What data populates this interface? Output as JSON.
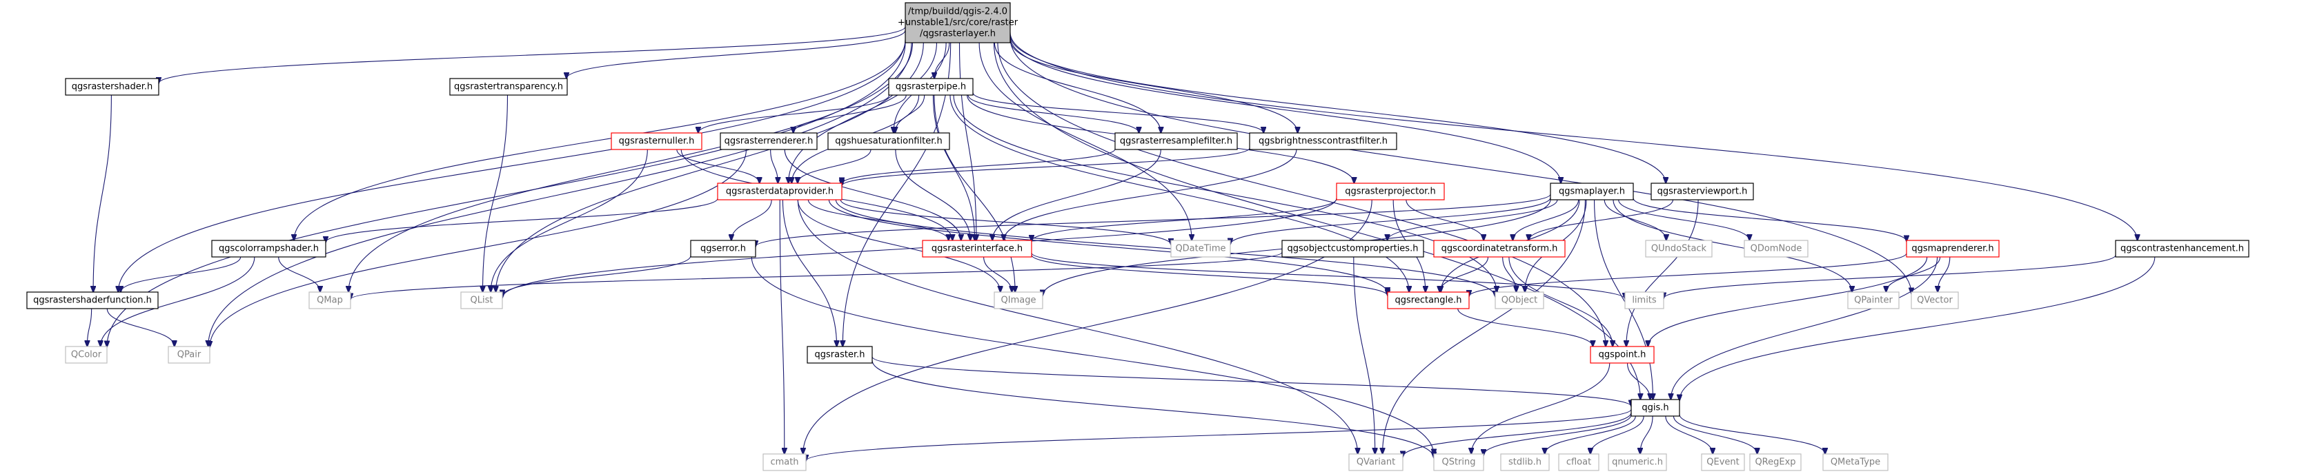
{
  "nodes": [
    {
      "id": "root",
      "lines": [
        "/tmp/buildd/qgis-2.4.0",
        "+unstable1/src/core/raster",
        "/qgsrasterlayer.h"
      ],
      "style": "root"
    },
    {
      "id": "qgsrastershader",
      "lines": [
        "qgsrastershader.h"
      ],
      "style": "normal"
    },
    {
      "id": "qgsrastertransparency",
      "lines": [
        "qgsrastertransparency.h"
      ],
      "style": "normal"
    },
    {
      "id": "qgsrasterpipe",
      "lines": [
        "qgsrasterpipe.h"
      ],
      "style": "normal"
    },
    {
      "id": "qgsrasternuller",
      "lines": [
        "qgsrasternuller.h"
      ],
      "style": "red"
    },
    {
      "id": "qgsrasterrenderer",
      "lines": [
        "qgsrasterrenderer.h"
      ],
      "style": "normal"
    },
    {
      "id": "qgshuesaturationfilter",
      "lines": [
        "qgshuesaturationfilter.h"
      ],
      "style": "normal"
    },
    {
      "id": "qgsrasterresamplefilter",
      "lines": [
        "qgsrasterresamplefilter.h"
      ],
      "style": "normal"
    },
    {
      "id": "qgsbrightnesscontrastfilter",
      "lines": [
        "qgsbrightnesscontrastfilter.h"
      ],
      "style": "normal"
    },
    {
      "id": "qgsrasterdataprovider",
      "lines": [
        "qgsrasterdataprovider.h"
      ],
      "style": "red"
    },
    {
      "id": "qgsrasterprojector",
      "lines": [
        "qgsrasterprojector.h"
      ],
      "style": "red"
    },
    {
      "id": "qgsmaplayer",
      "lines": [
        "qgsmaplayer.h"
      ],
      "style": "normal"
    },
    {
      "id": "qgsrasterviewport",
      "lines": [
        "qgsrasterviewport.h"
      ],
      "style": "normal"
    },
    {
      "id": "qgscontrastenhancement",
      "lines": [
        "qgscontrastenhancement.h"
      ],
      "style": "normal"
    },
    {
      "id": "qgscolorrampshader",
      "lines": [
        "qgscolorrampshader.h"
      ],
      "style": "normal"
    },
    {
      "id": "qgsrastershaderfunction",
      "lines": [
        "qgsrastershaderfunction.h"
      ],
      "style": "normal"
    },
    {
      "id": "QMap",
      "lines": [
        "QMap"
      ],
      "style": "gray"
    },
    {
      "id": "QColor",
      "lines": [
        "QColor"
      ],
      "style": "gray"
    },
    {
      "id": "QPair",
      "lines": [
        "QPair"
      ],
      "style": "gray"
    },
    {
      "id": "QList",
      "lines": [
        "QList"
      ],
      "style": "gray"
    },
    {
      "id": "qgserror",
      "lines": [
        "qgserror.h"
      ],
      "style": "normal"
    },
    {
      "id": "qgsrasterinterface",
      "lines": [
        "qgsrasterinterface.h"
      ],
      "style": "red"
    },
    {
      "id": "QDateTime",
      "lines": [
        "QDateTime"
      ],
      "style": "gray"
    },
    {
      "id": "QImage",
      "lines": [
        "QImage"
      ],
      "style": "gray"
    },
    {
      "id": "qgsobjectcustomproperties",
      "lines": [
        "qgsobjectcustomproperties.h"
      ],
      "style": "normal"
    },
    {
      "id": "qgscoordinatetransform",
      "lines": [
        "qgscoordinatetransform.h"
      ],
      "style": "red"
    },
    {
      "id": "QUndoStack",
      "lines": [
        "QUndoStack"
      ],
      "style": "gray"
    },
    {
      "id": "QDomNode",
      "lines": [
        "QDomNode"
      ],
      "style": "gray"
    },
    {
      "id": "qgsmaprenderer",
      "lines": [
        "qgsmaprenderer.h"
      ],
      "style": "red"
    },
    {
      "id": "qgsrectangle",
      "lines": [
        "qgsrectangle.h"
      ],
      "style": "red"
    },
    {
      "id": "QObject",
      "lines": [
        "QObject"
      ],
      "style": "gray"
    },
    {
      "id": "limits",
      "lines": [
        "limits"
      ],
      "style": "gray"
    },
    {
      "id": "QPainter",
      "lines": [
        "QPainter"
      ],
      "style": "gray"
    },
    {
      "id": "QVector",
      "lines": [
        "QVector"
      ],
      "style": "gray"
    },
    {
      "id": "qgsraster",
      "lines": [
        "qgsraster.h"
      ],
      "style": "normal"
    },
    {
      "id": "qgspoint",
      "lines": [
        "qgspoint.h"
      ],
      "style": "red"
    },
    {
      "id": "qgis",
      "lines": [
        "qgis.h"
      ],
      "style": "normal"
    },
    {
      "id": "cmath",
      "lines": [
        "cmath"
      ],
      "style": "gray"
    },
    {
      "id": "QVariant",
      "lines": [
        "QVariant"
      ],
      "style": "gray"
    },
    {
      "id": "QString",
      "lines": [
        "QString"
      ],
      "style": "gray"
    },
    {
      "id": "stdlib",
      "lines": [
        "stdlib.h"
      ],
      "style": "gray"
    },
    {
      "id": "cfloat",
      "lines": [
        "cfloat"
      ],
      "style": "gray"
    },
    {
      "id": "qnumeric",
      "lines": [
        "qnumeric.h"
      ],
      "style": "gray"
    },
    {
      "id": "QEvent",
      "lines": [
        "QEvent"
      ],
      "style": "gray"
    },
    {
      "id": "QRegExp",
      "lines": [
        "QRegExp"
      ],
      "style": "gray"
    },
    {
      "id": "QMetaType",
      "lines": [
        "QMetaType"
      ],
      "style": "gray"
    }
  ],
  "edges": [
    [
      "root",
      "qgsrastershader"
    ],
    [
      "root",
      "qgsrastertransparency"
    ],
    [
      "root",
      "qgsrasterpipe"
    ],
    [
      "root",
      "qgsmaplayer"
    ],
    [
      "root",
      "qgsrasterviewport"
    ],
    [
      "root",
      "qgscontrastenhancement"
    ],
    [
      "root",
      "qgscolorrampshader"
    ],
    [
      "root",
      "qgsrastershaderfunction"
    ],
    [
      "root",
      "QColor"
    ],
    [
      "root",
      "QPair"
    ],
    [
      "root",
      "QMap"
    ],
    [
      "root",
      "QList"
    ],
    [
      "root",
      "qgsraster"
    ],
    [
      "root",
      "qgsrasterdataprovider"
    ],
    [
      "root",
      "qgshuesaturationfilter"
    ],
    [
      "root",
      "qgsrasterresamplefilter"
    ],
    [
      "root",
      "qgsbrightnesscontrastfilter"
    ],
    [
      "root",
      "qgsrasterinterface"
    ],
    [
      "root",
      "QDateTime"
    ],
    [
      "root",
      "qgspoint"
    ],
    [
      "root",
      "qgis"
    ],
    [
      "root",
      "QVector"
    ],
    [
      "qgsrastershader",
      "qgsrastershaderfunction"
    ],
    [
      "qgsrastertransparency",
      "QList"
    ],
    [
      "qgsrasterpipe",
      "qgsrasternuller"
    ],
    [
      "qgsrasterpipe",
      "qgsrasterrenderer"
    ],
    [
      "qgsrasterpipe",
      "qgshuesaturationfilter"
    ],
    [
      "qgsrasterpipe",
      "qgsrasterresamplefilter"
    ],
    [
      "qgsrasterpipe",
      "qgsbrightnesscontrastfilter"
    ],
    [
      "qgsrasterpipe",
      "qgsrasterprojector"
    ],
    [
      "qgsrasterpipe",
      "qgsrasterdataprovider"
    ],
    [
      "qgsrasterpipe",
      "qgsrasterinterface"
    ],
    [
      "qgsrasterpipe",
      "QImage"
    ],
    [
      "qgsrasterpipe",
      "qgsrectangle"
    ],
    [
      "qgsrasterpipe",
      "QObject"
    ],
    [
      "qgsrasternuller",
      "qgsrasterdataprovider"
    ],
    [
      "qgsrasternuller",
      "qgsrasterinterface"
    ],
    [
      "qgsrasternuller",
      "QList"
    ],
    [
      "qgsrasterrenderer",
      "qgsrasterdataprovider"
    ],
    [
      "qgsrasterrenderer",
      "qgsrasterinterface"
    ],
    [
      "qgsrasterrenderer",
      "QPair"
    ],
    [
      "qgshuesaturationfilter",
      "qgsrasterdataprovider"
    ],
    [
      "qgshuesaturationfilter",
      "qgsrasterinterface"
    ],
    [
      "qgsrasterresamplefilter",
      "qgsrasterdataprovider"
    ],
    [
      "qgsrasterresamplefilter",
      "qgsrasterinterface"
    ],
    [
      "qgsbrightnesscontrastfilter",
      "qgsrasterdataprovider"
    ],
    [
      "qgsbrightnesscontrastfilter",
      "qgsrasterinterface"
    ],
    [
      "qgsrasterdataprovider",
      "qgscolorrampshader"
    ],
    [
      "qgsrasterdataprovider",
      "qgserror"
    ],
    [
      "qgsrasterdataprovider",
      "qgsrasterinterface"
    ],
    [
      "qgsrasterdataprovider",
      "QDateTime"
    ],
    [
      "qgsrasterdataprovider",
      "QImage"
    ],
    [
      "qgsrasterdataprovider",
      "qgsrectangle"
    ],
    [
      "qgsrasterdataprovider",
      "qgsraster"
    ],
    [
      "qgsrasterdataprovider",
      "cmath"
    ],
    [
      "qgsrasterdataprovider",
      "QVariant"
    ],
    [
      "qgsrasterdataprovider",
      "QObject"
    ],
    [
      "qgsrasterprojector",
      "qgsrasterinterface"
    ],
    [
      "qgsrasterprojector",
      "qgscoordinatetransform"
    ],
    [
      "qgsrasterprojector",
      "qgsrectangle"
    ],
    [
      "qgsrasterprojector",
      "QList"
    ],
    [
      "qgsrasterprojector",
      "cmath"
    ],
    [
      "qgsmaplayer",
      "QDateTime"
    ],
    [
      "qgsmaplayer",
      "qgserror"
    ],
    [
      "qgsmaplayer",
      "qgsobjectcustomproperties"
    ],
    [
      "qgsmaplayer",
      "qgscoordinatetransform"
    ],
    [
      "qgsmaplayer",
      "QUndoStack"
    ],
    [
      "qgsmaplayer",
      "QDomNode"
    ],
    [
      "qgsmaplayer",
      "qgsmaprenderer"
    ],
    [
      "qgsmaplayer",
      "qgsrectangle"
    ],
    [
      "qgsmaplayer",
      "QImage"
    ],
    [
      "qgsmaplayer",
      "QObject"
    ],
    [
      "qgsmaplayer",
      "QPainter"
    ],
    [
      "qgsmaplayer",
      "QVariant"
    ],
    [
      "qgsmaplayer",
      "qgis"
    ],
    [
      "qgsrasterviewport",
      "qgscoordinatetransform"
    ],
    [
      "qgsrasterviewport",
      "qgspoint"
    ],
    [
      "qgscontrastenhancement",
      "limits"
    ],
    [
      "qgscontrastenhancement",
      "qgis"
    ],
    [
      "qgscolorrampshader",
      "qgsrastershaderfunction"
    ],
    [
      "qgscolorrampshader",
      "QMap"
    ],
    [
      "qgscolorrampshader",
      "QColor"
    ],
    [
      "qgsrastershaderfunction",
      "QColor"
    ],
    [
      "qgsrastershaderfunction",
      "QPair"
    ],
    [
      "qgserror",
      "QList"
    ],
    [
      "qgserror",
      "QString"
    ],
    [
      "qgsrasterinterface",
      "QImage"
    ],
    [
      "qgsrasterinterface",
      "qgsrectangle"
    ],
    [
      "qgsrasterinterface",
      "limits"
    ],
    [
      "qgsobjectcustomproperties",
      "QMap"
    ],
    [
      "qgsobjectcustomproperties",
      "QVariant"
    ],
    [
      "qgscoordinatetransform",
      "qgsrectangle"
    ],
    [
      "qgscoordinatetransform",
      "qgspoint"
    ],
    [
      "qgscoordinatetransform",
      "QObject"
    ],
    [
      "qgsmaprenderer",
      "qgsrectangle"
    ],
    [
      "qgsmaprenderer",
      "qgspoint"
    ],
    [
      "qgsmaprenderer",
      "QPainter"
    ],
    [
      "qgsmaprenderer",
      "QVector"
    ],
    [
      "qgsmaprenderer",
      "qgis"
    ],
    [
      "qgsrectangle",
      "qgspoint"
    ],
    [
      "qgsraster",
      "qgis"
    ],
    [
      "qgsraster",
      "QString"
    ],
    [
      "qgspoint",
      "qgis"
    ],
    [
      "qgspoint",
      "QString"
    ],
    [
      "qgis",
      "cmath"
    ],
    [
      "qgis",
      "QVariant"
    ],
    [
      "qgis",
      "QString"
    ],
    [
      "qgis",
      "stdlib"
    ],
    [
      "qgis",
      "cfloat"
    ],
    [
      "qgis",
      "qnumeric"
    ],
    [
      "qgis",
      "QEvent"
    ],
    [
      "qgis",
      "QRegExp"
    ],
    [
      "qgis",
      "QMetaType"
    ]
  ],
  "colors": {
    "edge": "#191970",
    "root_fill": "#bfbfbf",
    "normal_border": "#000000",
    "red_border": "#ff0000",
    "gray_border": "#bfbfbf",
    "gray_text": "#808080",
    "text": "#000000",
    "background": "#ffffff"
  }
}
